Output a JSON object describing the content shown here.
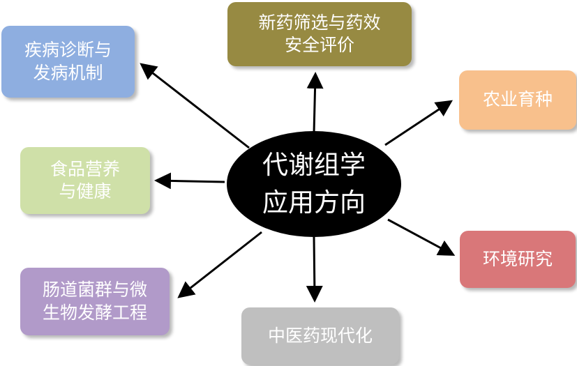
{
  "center": {
    "label": "代谢组学\n应用方向"
  },
  "directions": [
    {
      "id": "disease",
      "label": "疾病诊断与\n发病机制"
    },
    {
      "id": "drug",
      "label": "新药筛选与药效\n安全评价"
    },
    {
      "id": "agri",
      "label": "农业育种"
    },
    {
      "id": "food",
      "label": "食品营养\n与健康"
    },
    {
      "id": "env",
      "label": "环境研究"
    },
    {
      "id": "gut",
      "label": "肠道菌群与微\n生物发酵工程"
    },
    {
      "id": "tcm",
      "label": "中医药现代化"
    }
  ],
  "colors": {
    "center": "#000000",
    "disease": "#8eaee0",
    "drug": "#978a42",
    "agri": "#f8c08c",
    "food": "#cfe0a8",
    "env": "#d97779",
    "gut": "#b19ac9",
    "tcm": "#bfbfbf",
    "arrow": "#000000"
  }
}
